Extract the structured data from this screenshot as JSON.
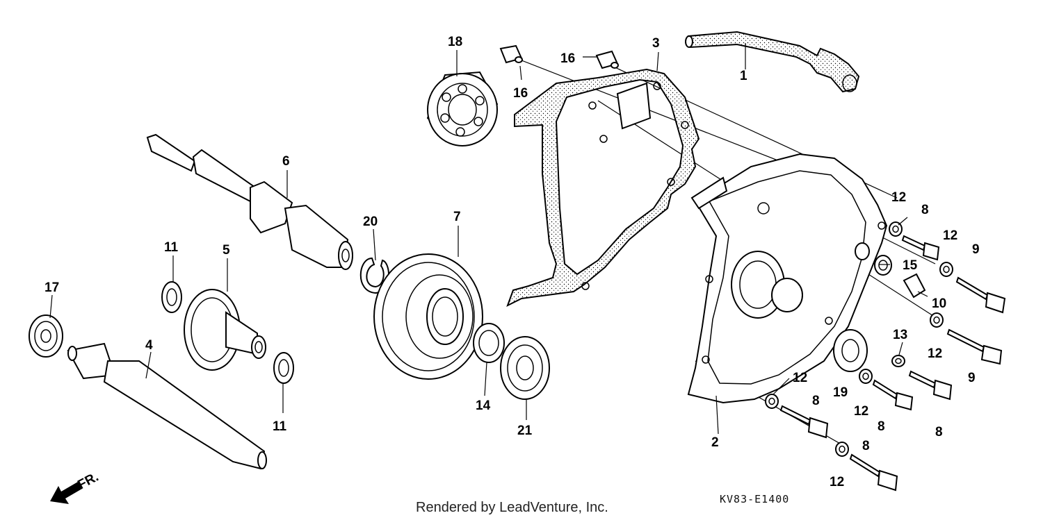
{
  "labels": {
    "l1": "1",
    "l2": "2",
    "l3": "3",
    "l4": "4",
    "l5": "5",
    "l6": "6",
    "l7": "7",
    "l8a": "8",
    "l8b": "8",
    "l8c": "8",
    "l8d": "8",
    "l8e": "8",
    "l9a": "9",
    "l9b": "9",
    "l10": "10",
    "l11a": "11",
    "l11b": "11",
    "l12a": "12",
    "l12b": "12",
    "l12c": "12",
    "l12d": "12",
    "l12e": "12",
    "l12f": "12",
    "l13": "13",
    "l14": "14",
    "l15": "15",
    "l16a": "16",
    "l16b": "16",
    "l17": "17",
    "l18": "18",
    "l19": "19",
    "l20": "20",
    "l21": "21"
  },
  "footer": {
    "credit": "Rendered by LeadVenture, Inc.",
    "diagram_code": "KV83-E1400",
    "front_label": "FR."
  },
  "icons": {
    "front_arrow": "arrow-down-left-icon"
  }
}
